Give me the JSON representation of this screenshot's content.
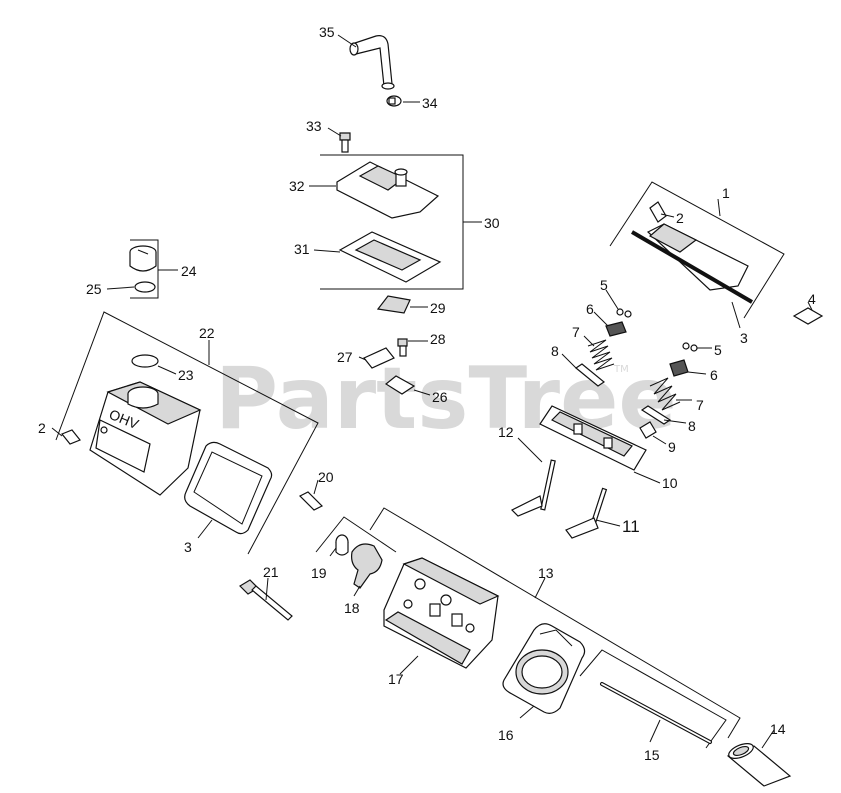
{
  "watermark": {
    "text": "PartsTree",
    "trademark": "TM"
  },
  "callouts": {
    "c1": "1",
    "c2a": "2",
    "c2b": "2",
    "c3a": "3",
    "c3b": "3",
    "c4": "4",
    "c5a": "5",
    "c5b": "5",
    "c6a": "6",
    "c6b": "6",
    "c7a": "7",
    "c7b": "7",
    "c8a": "8",
    "c8b": "8",
    "c9": "9",
    "c10": "10",
    "c11": "11",
    "c12": "12",
    "c13": "13",
    "c14": "14",
    "c15": "15",
    "c16": "16",
    "c17": "17",
    "c18": "18",
    "c19": "19",
    "c20": "20",
    "c21": "21",
    "c22": "22",
    "c23": "23",
    "c24": "24",
    "c25": "25",
    "c26": "26",
    "c27": "27",
    "c28": "28",
    "c29": "29",
    "c30": "30",
    "c31": "31",
    "c32": "32",
    "c33": "33",
    "c34": "34",
    "c35": "35"
  },
  "cover_logo": "OHV"
}
